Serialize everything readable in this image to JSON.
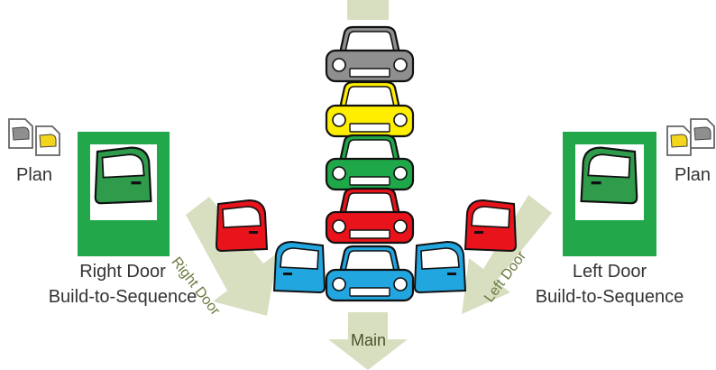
{
  "labels": {
    "plan_left": "Plan",
    "plan_right": "Plan",
    "right_station_line1": "Right Door",
    "right_station_line2": "Build-to-Sequence",
    "left_station_line1": "Left Door",
    "left_station_line2": "Build-to-Sequence",
    "right_door_flow": "Right Door",
    "left_door_flow": "Left Door",
    "main_flow": "Main"
  },
  "cars_top_to_bottom": [
    "gray",
    "yellow",
    "green",
    "red",
    "blue"
  ],
  "colors": {
    "station_green": "#22a84a",
    "door_fill_green": "#2f9c4c",
    "arrow_olive": "#d7dfc0",
    "car_gray": "#8f8f8f",
    "car_yellow": "#ffee00",
    "car_green": "#1fa84a",
    "car_red": "#e8131b",
    "car_blue": "#22a6e0",
    "door_red": "#e8131b",
    "door_blue": "#22a6e0",
    "plan_yellow": "#f3d51e",
    "plan_gray": "#8f8f8f"
  },
  "icons": [
    "car-icon",
    "door-icon",
    "plan-doc-icon",
    "flow-arrow"
  ]
}
